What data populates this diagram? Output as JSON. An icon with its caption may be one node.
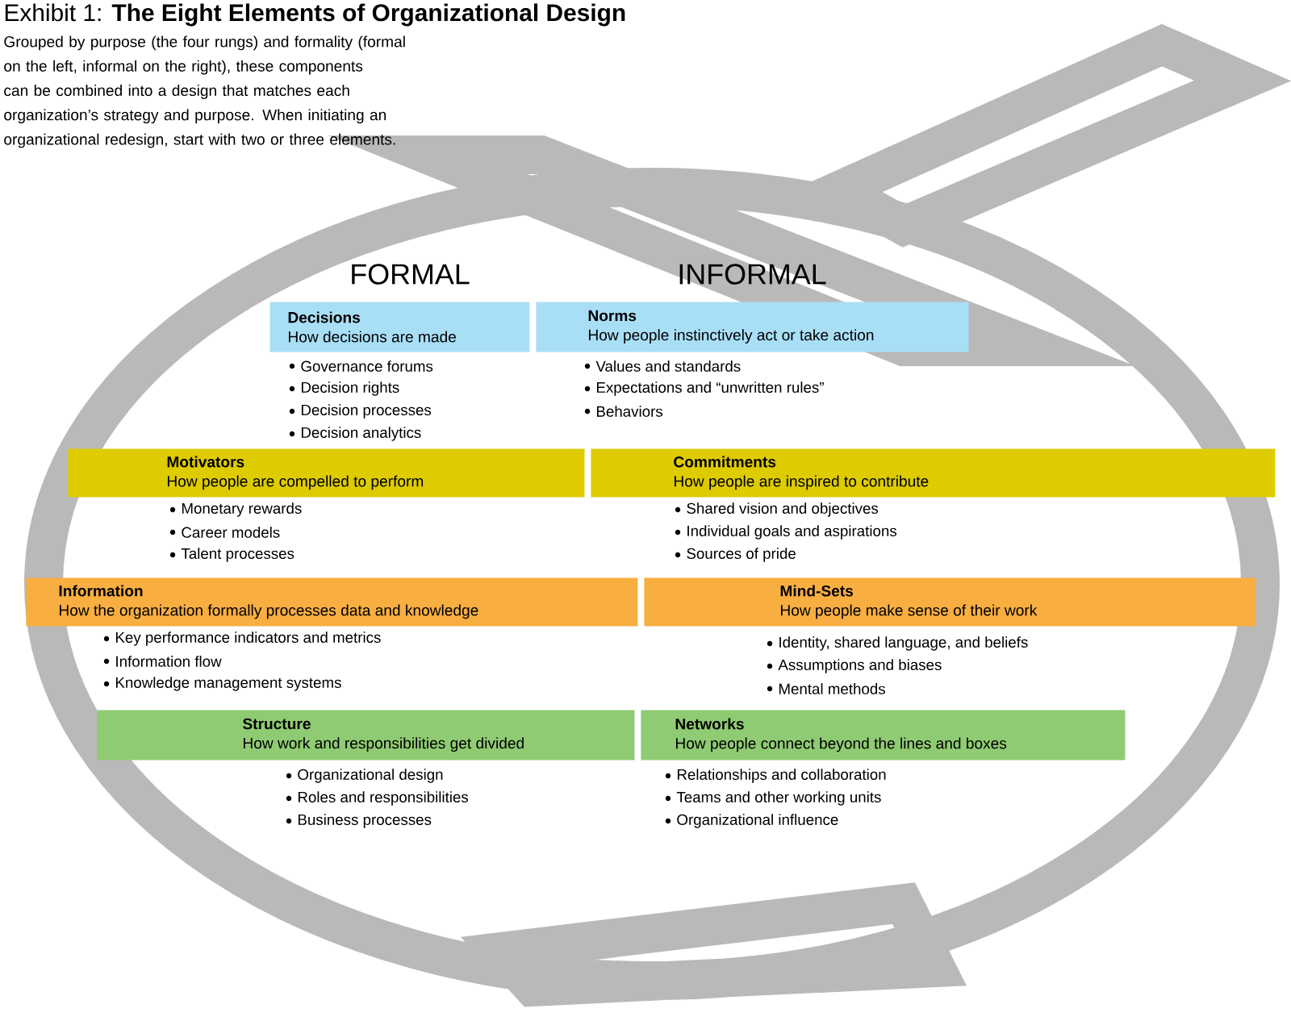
{
  "diagram": {
    "title": "Exhibit 1: **The Eight Elements of Organizational Design**",
    "caption": "Grouped by purpose (the four rungs) and formality (formal on the left, informal on the right), these components can be combined into a design that matches each organization’s strategy and purpose. When initiating an organizational redesign, start with two or three elements.",
    "nodes": [
      {
        "text": [
          "Decisions",
          "How decisions are made"
        ],
        "beside": [
          "Governance forums",
          "Decision rights",
          "Decision processes",
          "Decision analytics"
        ]
      },
      {
        "text": [
          "Norms",
          "How people instinctively act or take action"
        ],
        "beside": [
          "Values and standards",
          "Expectations and “unwritten rules”",
          "Behaviors"
        ]
      },
      {
        "text": [
          "Motivators",
          "How people are compelled to perform"
        ],
        "beside": [
          "Monetary rewards",
          "Career models",
          "Talent processes"
        ]
      },
      {
        "text": [
          "Commitments",
          "How people are inspired to contribute"
        ],
        "beside": [
          "Shared vision and objectives",
          "Individual goals and aspirations",
          "Sources of pride"
        ]
      },
      {
        "text": [
          "Information",
          "How the organization formally processes data and knowledge"
        ],
        "beside": [
          "Key performance indicators and metrics",
          "Information flow",
          "Knowledge management systems"
        ]
      },
      {
        "text": [
          "Mind-Sets",
          "How people make sense of their work"
        ],
        "beside": [
          "Identity, shared language, and beliefs",
          "Assumptions and biases",
          "Mental methods"
        ]
      },
      {
        "text": [
          "Structure",
          "How work and responsibilities get divided"
        ],
        "beside": [
          "Organizational design",
          "Roles and responsibilities",
          "Business processes"
        ]
      },
      {
        "text": [
          "Networks",
          "How people connect beyond the lines and boxes"
        ],
        "beside": [
          "Relationships and collaboration",
          "Teams and other working units",
          "Organizational influence"
        ]
      }
    ],
    "labels": [
      "FORMAL",
      "INFORMAL"
    ]
  }
}
